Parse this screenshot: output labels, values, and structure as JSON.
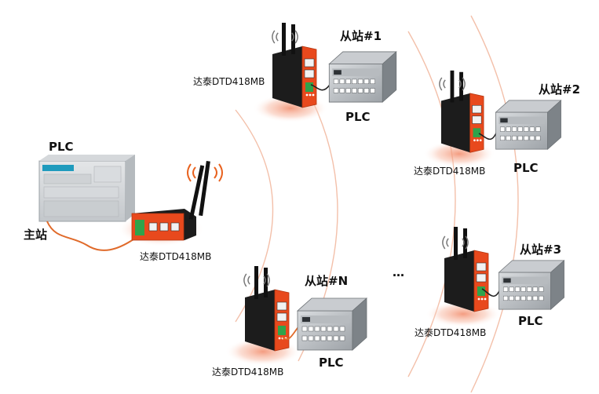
{
  "master": {
    "plc_label": "PLC",
    "role_label": "主站",
    "device_label": "达泰DTD418MB"
  },
  "slaves": [
    {
      "station_label": "从站#1",
      "device_label": "达泰DTD418MB",
      "plc_label": "PLC"
    },
    {
      "station_label": "从站#2",
      "device_label": "达泰DTD418MB",
      "plc_label": "PLC"
    },
    {
      "station_label": "从站#3",
      "device_label": "达泰DTD418MB",
      "plc_label": "PLC"
    },
    {
      "station_label": "从站#N",
      "device_label": "达泰DTD418MB",
      "plc_label": "PLC"
    }
  ],
  "ellipsis": "…",
  "colors": {
    "router_orange": "#e8491d",
    "router_black": "#1c1c1c",
    "glow": "#f7a98e",
    "wave_arc": "#f3c0aa",
    "cable": "#e06a2a",
    "signal_icon": "#777777",
    "signal_icon_hot": "#e8621f"
  }
}
